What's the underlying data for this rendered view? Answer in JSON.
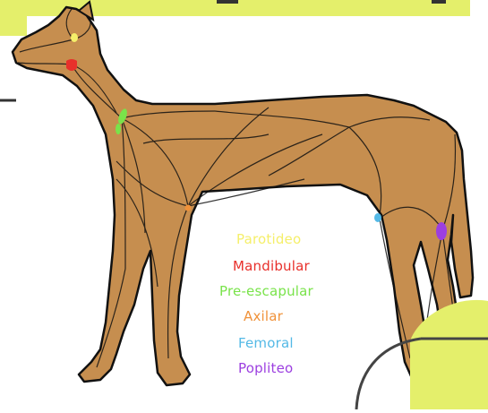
{
  "legend": {
    "items": [
      {
        "label": "Parotideo",
        "color": "#f5ef6a"
      },
      {
        "label": "Mandibular",
        "color": "#e8302b"
      },
      {
        "label": "Pre-escapular",
        "color": "#79e34a"
      },
      {
        "label": "Axilar",
        "color": "#f0923a"
      },
      {
        "label": "Femoral",
        "color": "#54b9e6"
      },
      {
        "label": "Popliteo",
        "color": "#9c3fe0"
      }
    ]
  },
  "watermark": "",
  "colors": {
    "banner": "#e4ef6b",
    "dog_fill": "#c68e4f",
    "outline": "#111111",
    "corner_blob": "#e4ef6b"
  }
}
